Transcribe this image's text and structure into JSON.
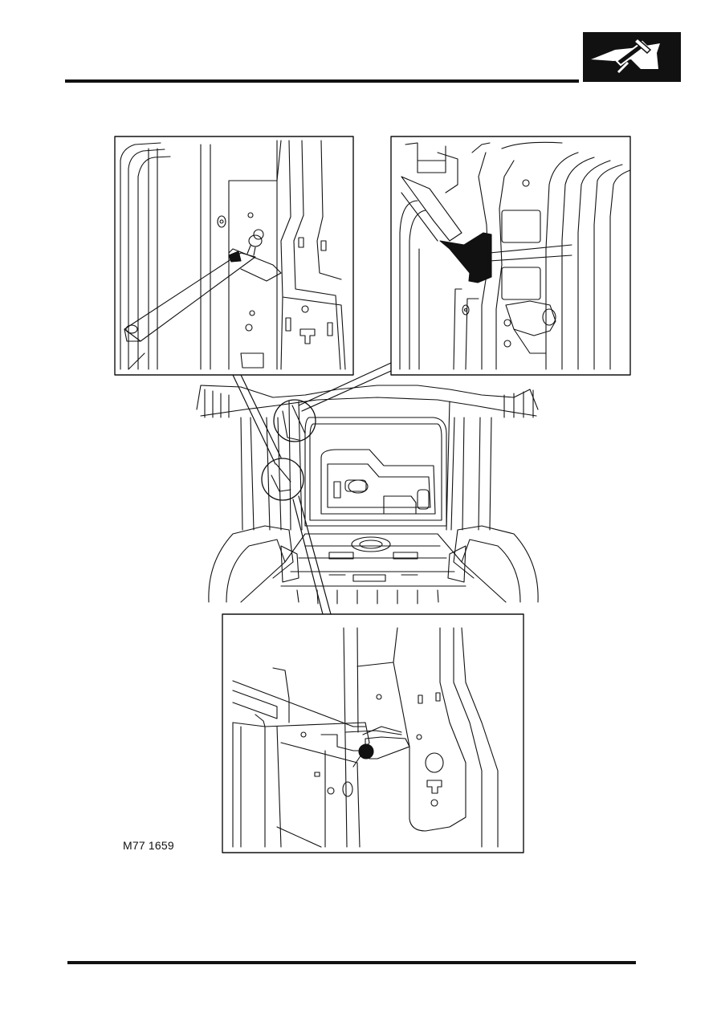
{
  "section_icon": "body-repair-hammer-icon",
  "figure": {
    "label": "M77 1659",
    "insets": [
      "upper-left",
      "upper-right",
      "lower"
    ]
  }
}
